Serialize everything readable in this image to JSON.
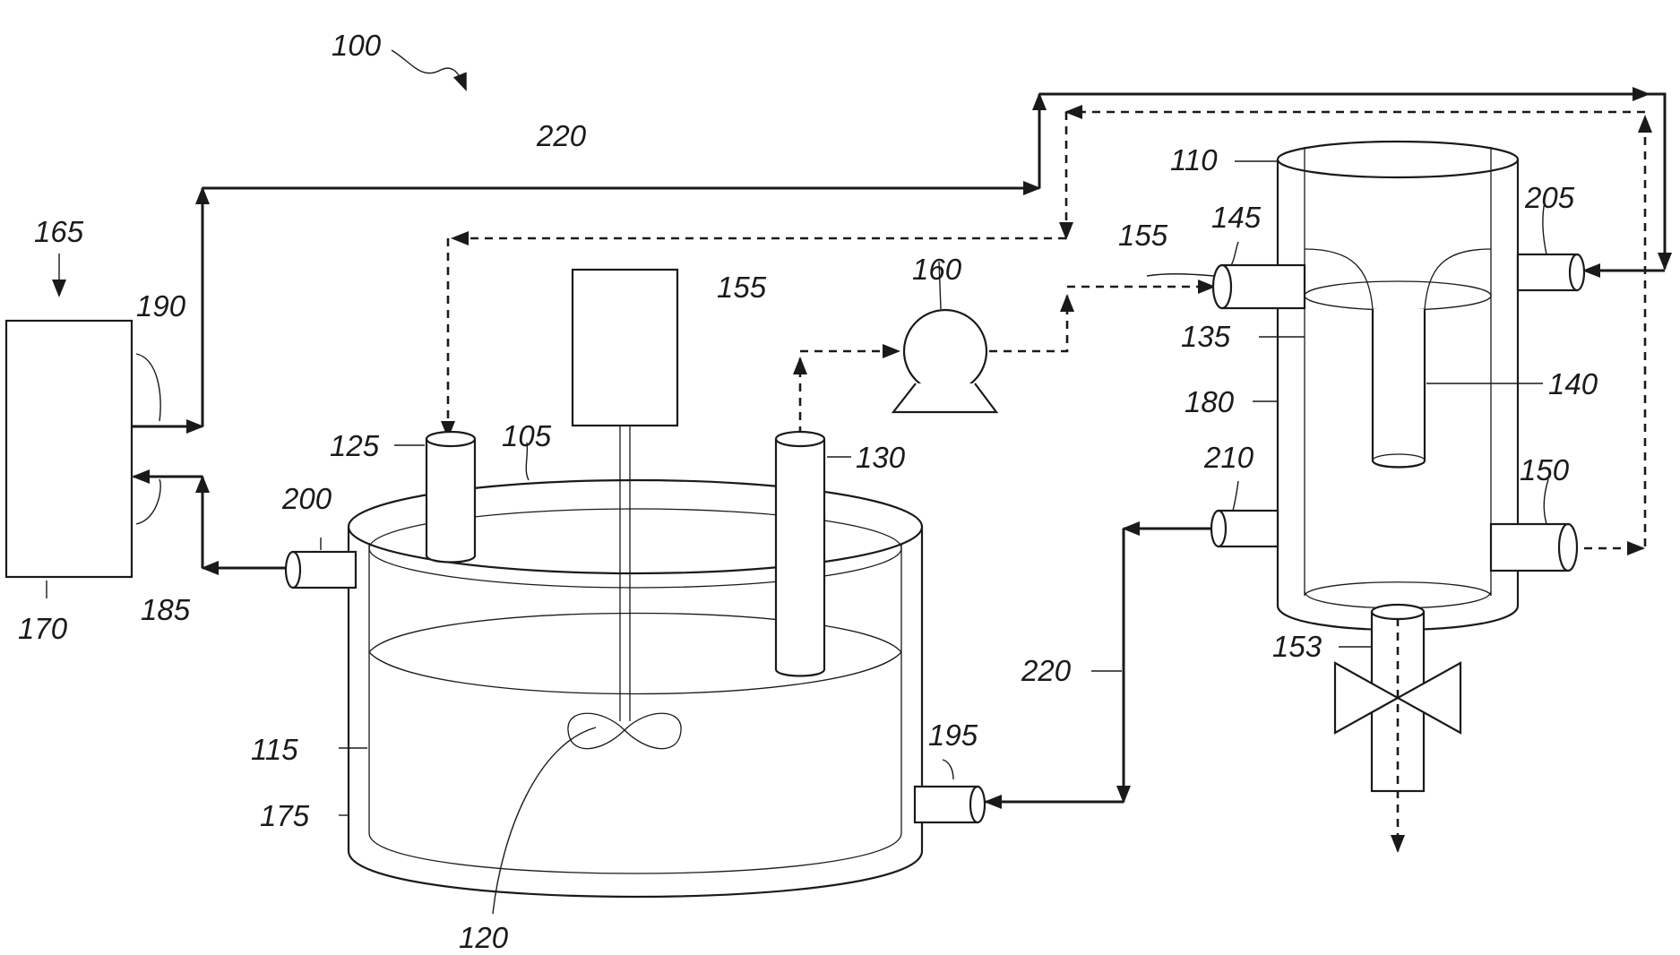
{
  "labels": {
    "system": "100",
    "reactor": "105",
    "separator": "110",
    "reactor_wall": "115",
    "impeller": "120",
    "inlet_port": "125",
    "outlet_port": "130",
    "separator_inner": "135",
    "separator_tube": "140",
    "separator_inlet": "145",
    "separator_outlet": "150",
    "valve": "153",
    "process_line_upper": "155",
    "process_line_right": "155",
    "pump": "160",
    "temp_control_system": "165",
    "temp_control_unit": "170",
    "reactor_jacket": "175",
    "separator_jacket": "180",
    "return_line": "185",
    "supply_line": "190",
    "reactor_jacket_inlet": "195",
    "reactor_jacket_outlet": "200",
    "separator_jacket_port_upper": "205",
    "separator_jacket_port_lower": "210",
    "fluid_line_upper": "220",
    "fluid_line_lower": "220"
  }
}
